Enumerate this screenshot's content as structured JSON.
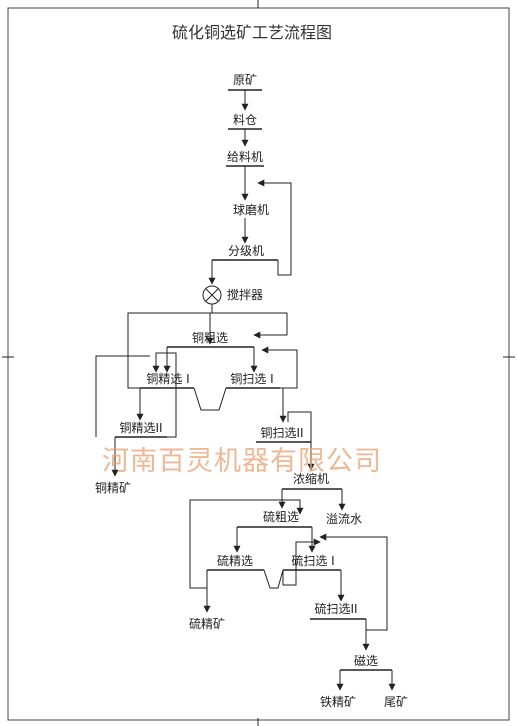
{
  "title": "硫化铜选矿工艺流程图",
  "nodes": {
    "raw_ore": "原矿",
    "feed_bin": "料仓",
    "feeder": "给料机",
    "ball_mill": "球磨机",
    "classifier": "分级机",
    "agitator": "搅拌器",
    "cu_rougher": "铜粗选",
    "cu_cleaner_1": "铜精选 I",
    "cu_scavenger_1": "铜扫选 I",
    "cu_cleaner_2": "铜精选II",
    "cu_concentrate": "铜精矿",
    "cu_scavenger_2": "铜扫选II",
    "thickener": "浓缩机",
    "overflow_water": "溢流水",
    "s_rougher": "硫粗选",
    "s_cleaner": "硫精选",
    "s_scavenger_1": "硫扫选 I",
    "s_concentrate": "硫精矿",
    "s_scavenger_2": "硫扫选II",
    "magnetic_sep": "磁选",
    "fe_concentrate": "铁精矿",
    "tailings": "尾矿"
  },
  "watermark": "河南百灵机器有限公司"
}
